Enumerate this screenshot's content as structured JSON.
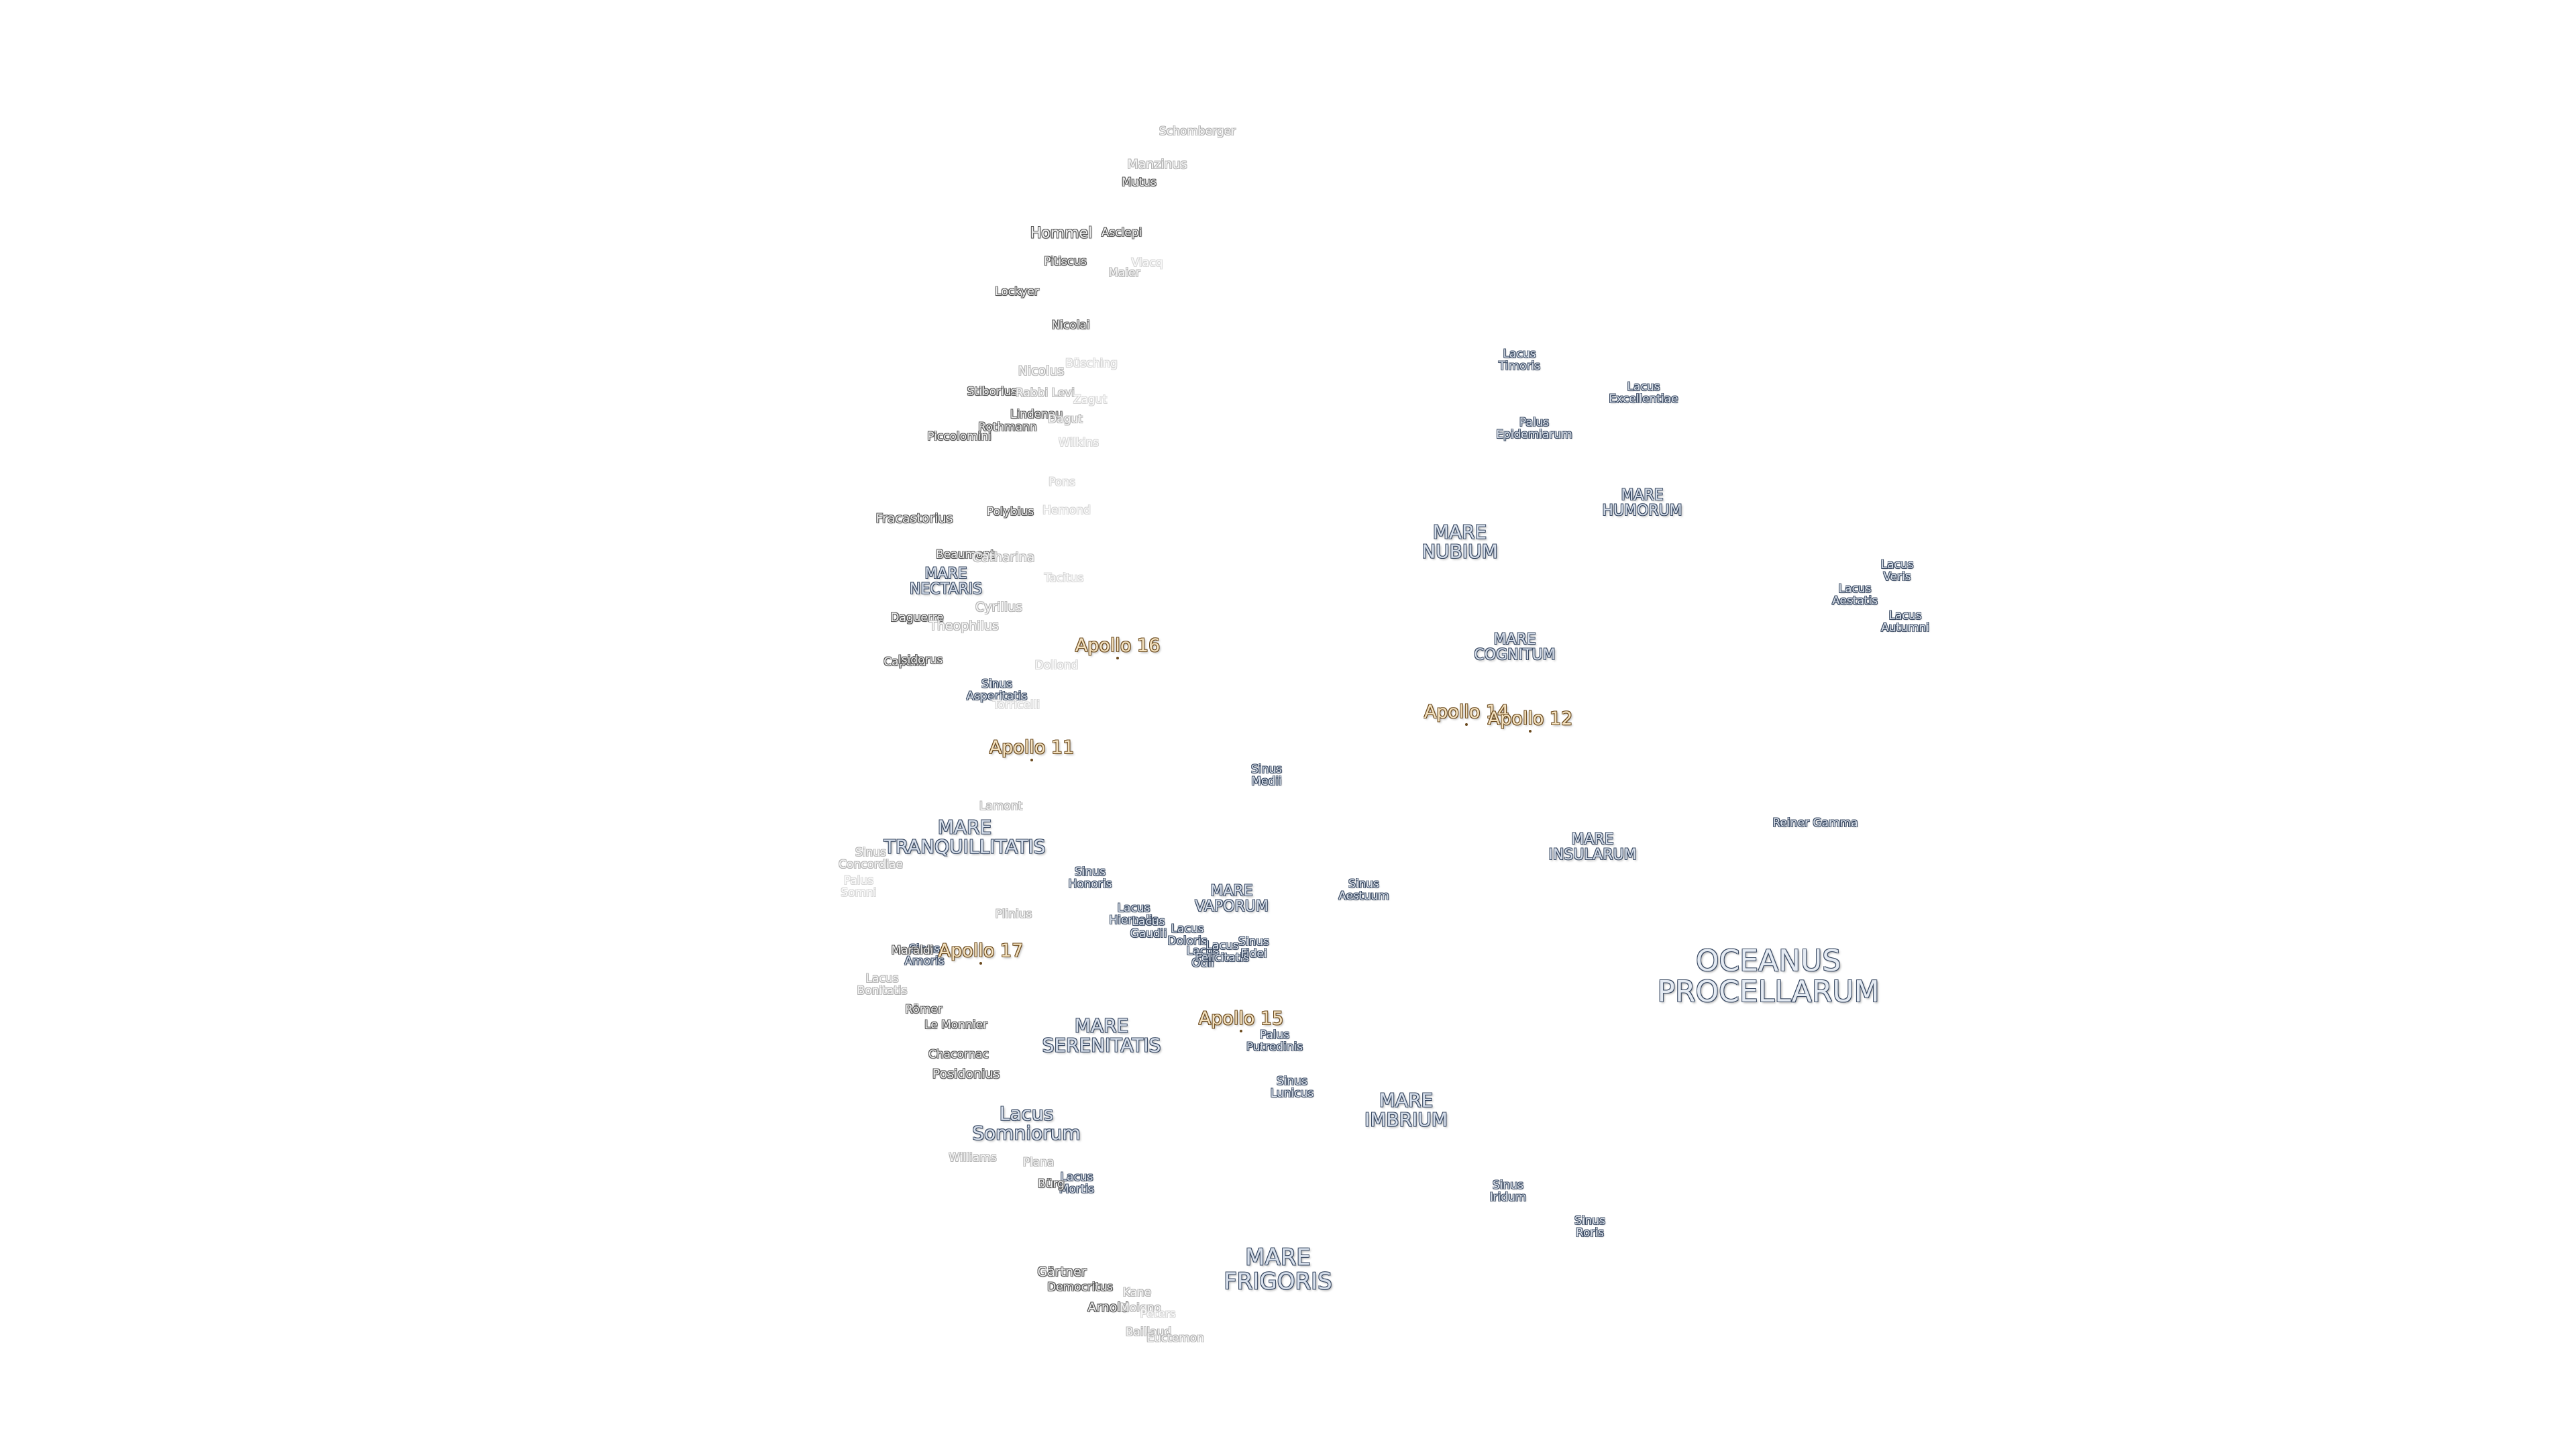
{
  "map": {
    "colors": {
      "background": "#ffffff",
      "mare_fill": "#d8e0ec",
      "mare_outline": "#3a4a63",
      "crater_outline": "#555555",
      "apollo_fill": "#f4e2c0",
      "apollo_outline": "#6b4a1e"
    },
    "labels": [
      {
        "id": "oceanus-procellarum",
        "text": "OCEANUS\nPROCELLARUM",
        "kind": "ocean"
      },
      {
        "id": "mare-nubium",
        "text": "MARE\nNUBIUM",
        "kind": "mare"
      },
      {
        "id": "mare-humorum",
        "text": "MARE\nHUMORUM",
        "kind": "mare-s"
      },
      {
        "id": "mare-nectaris",
        "text": "MARE\nNECTARIS",
        "kind": "mare-s"
      },
      {
        "id": "mare-cognitum",
        "text": "MARE\nCOGNITUM",
        "kind": "mare-s"
      },
      {
        "id": "mare-tranquillitatis",
        "text": "MARE\nTRANQUILLITATIS",
        "kind": "mare"
      },
      {
        "id": "mare-insularum",
        "text": "MARE\nINSULARUM",
        "kind": "mare-s"
      },
      {
        "id": "mare-vaporum",
        "text": "MARE\nVAPORUM",
        "kind": "mare-s"
      },
      {
        "id": "mare-serenitatis",
        "text": "MARE\nSERENITATIS",
        "kind": "mare"
      },
      {
        "id": "mare-imbrium",
        "text": "MARE\nIMBRIUM",
        "kind": "mare"
      },
      {
        "id": "mare-frigoris",
        "text": "MARE\nFRIGORIS",
        "kind": "mare-l"
      },
      {
        "id": "lacus-somniorum",
        "text": "Lacus\nSomniorum",
        "kind": "mare"
      },
      {
        "id": "lacus-timoris",
        "text": "Lacus\nTimoris",
        "kind": "small"
      },
      {
        "id": "lacus-excellentiae",
        "text": "Lacus\nExcellentiae",
        "kind": "small"
      },
      {
        "id": "palus-epidemiarum",
        "text": "Palus\nEpidemiarum",
        "kind": "small"
      },
      {
        "id": "lacus-veris",
        "text": "Lacus\nVeris",
        "kind": "small"
      },
      {
        "id": "lacus-aestatis",
        "text": "Lacus\nAestatis",
        "kind": "small"
      },
      {
        "id": "lacus-autumni",
        "text": "Lacus\nAutumni",
        "kind": "small"
      },
      {
        "id": "sinus-asperitatis",
        "text": "Sinus\nAsperitatis",
        "kind": "small"
      },
      {
        "id": "sinus-medii",
        "text": "Sinus\nMedii",
        "kind": "small"
      },
      {
        "id": "sinus-aestuum",
        "text": "Sinus\nAestuum",
        "kind": "small"
      },
      {
        "id": "sinus-honoris",
        "text": "Sinus\nHonoris",
        "kind": "small"
      },
      {
        "id": "lacus-hiemalis",
        "text": "Lacus\nHiemalis",
        "kind": "small"
      },
      {
        "id": "lacus-gaudii",
        "text": "Lacus\nGaudii",
        "kind": "small"
      },
      {
        "id": "lacus-doloris",
        "text": "Lacus\nDoloris",
        "kind": "small"
      },
      {
        "id": "lacus-odii",
        "text": "Lacus\nOdii",
        "kind": "small"
      },
      {
        "id": "lacus-felicitatis",
        "text": "Lacus\nFelicitatis",
        "kind": "small"
      },
      {
        "id": "sinus-fidei",
        "text": "Sinus\nFidei",
        "kind": "small"
      },
      {
        "id": "palus-putredinis",
        "text": "Palus\nPutredinis",
        "kind": "small"
      },
      {
        "id": "sinus-lunicus",
        "text": "Sinus\nLunicus",
        "kind": "small"
      },
      {
        "id": "lacus-mortis",
        "text": "Lacus\nMortis",
        "kind": "small"
      },
      {
        "id": "sinus-iridum",
        "text": "Sinus\nIridum",
        "kind": "small"
      },
      {
        "id": "sinus-roris",
        "text": "Sinus\nRoris",
        "kind": "small"
      },
      {
        "id": "sinus-amoris",
        "text": "Sinus\nAmoris",
        "kind": "small"
      },
      {
        "id": "reiner-gamma",
        "text": "Reiner Gamma",
        "kind": "small"
      },
      {
        "id": "sinus-concordiae",
        "text": "Sinus\nConcordiae",
        "kind": "crater-f"
      },
      {
        "id": "palus-somni",
        "text": "Palus\nSomni",
        "kind": "crater-vf"
      },
      {
        "id": "lacus-bonitatis",
        "text": "Lacus\nBonitatis",
        "kind": "crater-f"
      },
      {
        "id": "schomberger",
        "text": "Schomberger",
        "kind": "crater-f"
      },
      {
        "id": "manzinus",
        "text": "Manzinus",
        "kind": "crater-f2"
      },
      {
        "id": "mutus",
        "text": "Mutus",
        "kind": "crater"
      },
      {
        "id": "hommel",
        "text": "Hommel",
        "kind": "crater3"
      },
      {
        "id": "asclepi",
        "text": "Asclepi",
        "kind": "crater"
      },
      {
        "id": "pitiscus",
        "text": "Pitiscus",
        "kind": "crater"
      },
      {
        "id": "vlacq",
        "text": "Vlacq",
        "kind": "crater-vf"
      },
      {
        "id": "maier",
        "text": "Maier",
        "kind": "crater-f"
      },
      {
        "id": "lockyer",
        "text": "Lockyer",
        "kind": "crater"
      },
      {
        "id": "nicolai",
        "text": "Nicolai",
        "kind": "crater"
      },
      {
        "id": "nicolus",
        "text": "Nicolus",
        "kind": "crater-f2"
      },
      {
        "id": "buesching",
        "text": "Büsching",
        "kind": "crater-vf"
      },
      {
        "id": "stiborius",
        "text": "Stiborius",
        "kind": "crater"
      },
      {
        "id": "rabbi-levi",
        "text": "Rabbi Levi",
        "kind": "crater-f"
      },
      {
        "id": "zagut",
        "text": "Zagut",
        "kind": "crater-vf"
      },
      {
        "id": "lindenau",
        "text": "Lindenau",
        "kind": "crater"
      },
      {
        "id": "rothmann",
        "text": "Rothmann",
        "kind": "crater"
      },
      {
        "id": "dagut",
        "text": "Dagut",
        "kind": "crater-f"
      },
      {
        "id": "piccolomini",
        "text": "Piccolomini",
        "kind": "crater"
      },
      {
        "id": "wilkins",
        "text": "Wilkins",
        "kind": "crater-vf"
      },
      {
        "id": "pons",
        "text": "Pons",
        "kind": "crater-vf"
      },
      {
        "id": "fracastorius",
        "text": "Fracastorius",
        "kind": "crater2"
      },
      {
        "id": "polybius",
        "text": "Polybius",
        "kind": "crater"
      },
      {
        "id": "hemond",
        "text": "Hemond",
        "kind": "crater-vf"
      },
      {
        "id": "beaumont",
        "text": "Beaumont",
        "kind": "crater"
      },
      {
        "id": "catharina",
        "text": "Catharina",
        "kind": "crater-f2"
      },
      {
        "id": "tacitus",
        "text": "Tacitus",
        "kind": "crater-vf"
      },
      {
        "id": "cyrillus",
        "text": "Cyrillus",
        "kind": "crater-f2"
      },
      {
        "id": "daguerre",
        "text": "Daguerre",
        "kind": "crater"
      },
      {
        "id": "theophilus",
        "text": "Theophilus",
        "kind": "crater-f2"
      },
      {
        "id": "capella",
        "text": "Capella",
        "kind": "crater"
      },
      {
        "id": "isidorus",
        "text": "Isidorus",
        "kind": "crater"
      },
      {
        "id": "dollond",
        "text": "Dollond",
        "kind": "crater-vf"
      },
      {
        "id": "torricelli",
        "text": "Torricelli",
        "kind": "crater-vf"
      },
      {
        "id": "lamont",
        "text": "Lamont",
        "kind": "crater-f"
      },
      {
        "id": "plinius",
        "text": "Plinius",
        "kind": "crater-f"
      },
      {
        "id": "maraldi",
        "text": "Maraldi",
        "kind": "crater"
      },
      {
        "id": "roemer",
        "text": "Römer",
        "kind": "crater"
      },
      {
        "id": "le-monnier",
        "text": "Le Monnier",
        "kind": "crater"
      },
      {
        "id": "chacornac",
        "text": "Chacornac",
        "kind": "crater"
      },
      {
        "id": "posidonius",
        "text": "Posidonius",
        "kind": "crater2"
      },
      {
        "id": "williams",
        "text": "Williams",
        "kind": "crater-f"
      },
      {
        "id": "plana",
        "text": "Plana",
        "kind": "crater-f"
      },
      {
        "id": "buerg",
        "text": "Bürg",
        "kind": "crater"
      },
      {
        "id": "gaertner",
        "text": "Gärtner",
        "kind": "crater2"
      },
      {
        "id": "democritus",
        "text": "Democritus",
        "kind": "crater"
      },
      {
        "id": "arnold",
        "text": "Arnold",
        "kind": "crater2"
      },
      {
        "id": "kane",
        "text": "Kane",
        "kind": "crater-f"
      },
      {
        "id": "moigno",
        "text": "Moigno",
        "kind": "crater-f"
      },
      {
        "id": "peters",
        "text": "Peters",
        "kind": "crater-vf"
      },
      {
        "id": "baillaud",
        "text": "Baillaud",
        "kind": "crater-f"
      },
      {
        "id": "euctemon",
        "text": "Euctemon",
        "kind": "crater-f"
      },
      {
        "id": "apollo-16",
        "text": "Apollo 16",
        "kind": "apollo"
      },
      {
        "id": "apollo-14",
        "text": "Apollo 14",
        "kind": "apollo"
      },
      {
        "id": "apollo-12",
        "text": "Apollo 12",
        "kind": "apollo"
      },
      {
        "id": "apollo-11",
        "text": "Apollo 11",
        "kind": "apollo"
      },
      {
        "id": "apollo-17",
        "text": "Apollo 17",
        "kind": "apollo"
      },
      {
        "id": "apollo-15",
        "text": "Apollo 15",
        "kind": "apollo"
      }
    ]
  }
}
